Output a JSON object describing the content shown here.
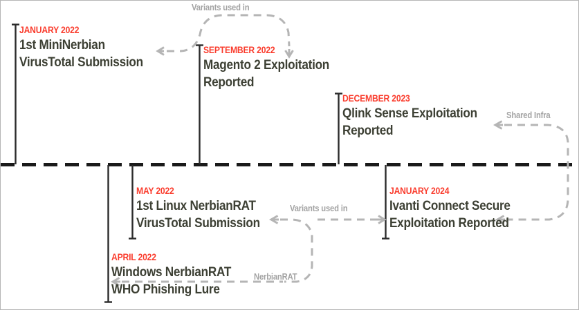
{
  "figure": {
    "type": "timeline",
    "orientation": "horizontal",
    "axis_style": "dashed",
    "colors": {
      "date": "#fa3c2d",
      "title": "#3d4034",
      "axis": "#1a1a1a",
      "connector": "#b0b0b0",
      "connector_label": "#a3a3a3",
      "background": "#ffffff",
      "border": "#b5b5b5"
    }
  },
  "events": [
    {
      "id": "jan-2022",
      "date": "JANUARY 2022",
      "title_line1": "1st MiniNerbian",
      "title_line2": "VirusTotal Submission",
      "side": "above"
    },
    {
      "id": "sep-2022",
      "date": "SEPTEMBER 2022",
      "title_line1": "Magento 2 Exploitation",
      "title_line2": "Reported",
      "side": "above"
    },
    {
      "id": "dec-2023",
      "date": "DECEMBER 2023",
      "title_line1": "Qlink Sense Exploitation",
      "title_line2": "Reported",
      "side": "above"
    },
    {
      "id": "apr-2022",
      "date": "APRIL 2022",
      "title_line1": "Windows NerbianRAT",
      "title_line2": "WHO Phishing Lure",
      "side": "below"
    },
    {
      "id": "may-2022",
      "date": "MAY 2022",
      "title_line1": "1st Linux NerbianRAT",
      "title_line2": "VirusTotal Submission",
      "side": "below"
    },
    {
      "id": "jan-2024",
      "date": "JANUARY 2024",
      "title_line1": "Ivanti Connect Secure",
      "title_line2": "Exploitation Reported",
      "side": "below"
    }
  ],
  "connectors": [
    {
      "id": "variants-top",
      "label": "Variants used in",
      "from": "sep-2022",
      "to": "jan-2022",
      "style": "dashed",
      "arrows": "both"
    },
    {
      "id": "shared-infra",
      "label": "Shared Infra",
      "from": "jan-2024",
      "to": "dec-2023",
      "style": "dashed",
      "arrows": "both"
    },
    {
      "id": "variants-bottom",
      "label": "Variants used in",
      "from": "jan-2024",
      "to": "may-2022",
      "style": "dashed",
      "arrows": "both"
    },
    {
      "id": "nerbianrat-bottom",
      "label": "NerbianRAT",
      "from": "jan-2024",
      "to": "apr-2022",
      "style": "dashed",
      "arrows": "single"
    }
  ]
}
